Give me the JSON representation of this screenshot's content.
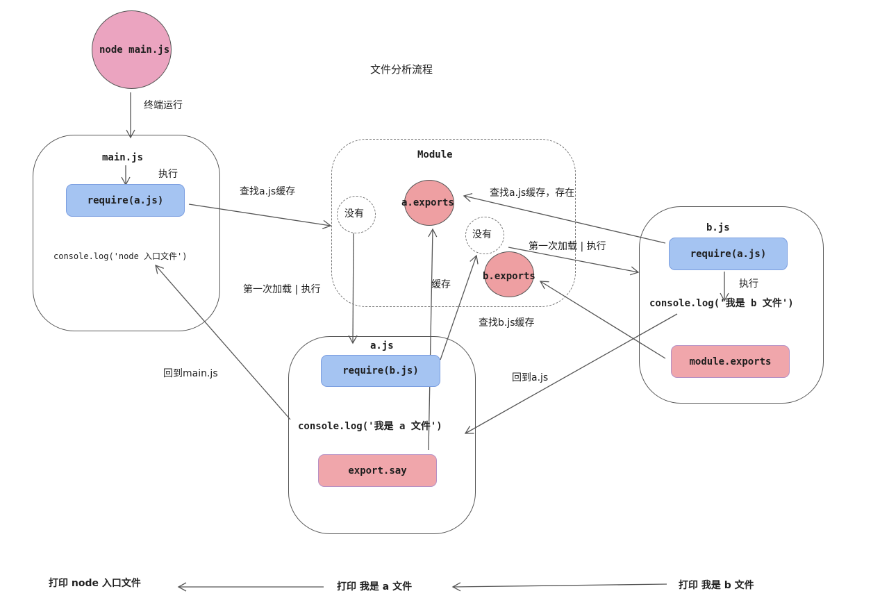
{
  "title": "文件分析流程",
  "start_node": {
    "label": "node main.js",
    "color": "#eba4c0"
  },
  "edge_labels": {
    "terminal_run": "终端运行",
    "execute_main": "执行",
    "find_a_cache": "查找a.js缓存",
    "first_load_a": "第一次加载 | 执行",
    "find_a_cache_exists": "查找a.js缓存，存在",
    "first_load_b": "第一次加载 | 执行",
    "cache": "缓存",
    "find_b_cache": "查找b.js缓存",
    "execute_b": "执行",
    "back_to_main": "回到main.js",
    "back_to_a": "回到a.js"
  },
  "main_js": {
    "title": "main.js",
    "require": "require(a.js)",
    "log": "console.log('node 入口文件')"
  },
  "module_cache": {
    "title": "Module",
    "a_exports": "a.exports",
    "b_exports": "b.exports",
    "none_a": "没有",
    "none_b": "没有"
  },
  "a_js": {
    "title": "a.js",
    "require": "require(b.js)",
    "log": "console.log('我是 a 文件')",
    "export": "export.say"
  },
  "b_js": {
    "title": "b.js",
    "require": "require(a.js)",
    "log": "console.log('我是 b 文件')",
    "export": "module.exports"
  },
  "output_sequence": [
    "打印 node 入口文件",
    "打印 我是 a 文件",
    "打印 我是 b 文件"
  ],
  "colors": {
    "require_box": "#a5c4f2",
    "export_box": "#f0a6ab",
    "exports_circle": "#ee9fa2",
    "stroke": "#555555"
  }
}
